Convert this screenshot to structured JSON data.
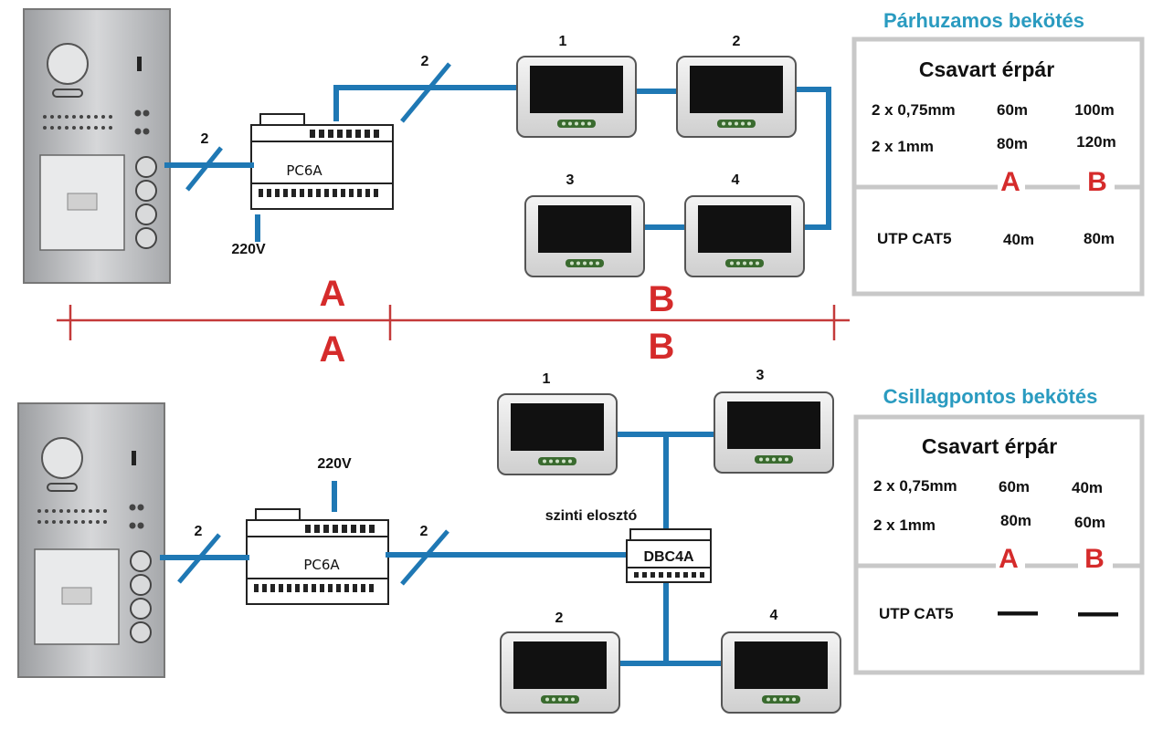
{
  "parallel": {
    "title": "Párhuzamos bekötés",
    "table": {
      "heading": "Csavart érpár",
      "rows": [
        {
          "label": "2 x 0,75mm",
          "a": "60m",
          "b": "100m"
        },
        {
          "label": "2 x 1mm",
          "a": "80m",
          "b": "120m"
        }
      ],
      "col_a": "A",
      "col_b": "B",
      "utp": {
        "label": "UTP CAT5",
        "a": "40m",
        "b": "80m"
      }
    },
    "monitor_numbers": [
      "1",
      "2",
      "3",
      "4"
    ],
    "wire_labels": {
      "panel": "2",
      "trunk": "2"
    },
    "power": "220V",
    "power_supply": "PC6A"
  },
  "ruler": {
    "top_a": "A",
    "top_b": "B",
    "bottom_a": "A",
    "bottom_b": "B"
  },
  "star": {
    "title": "Csillagpontos bekötés",
    "table": {
      "heading": "Csavart érpár",
      "rows": [
        {
          "label": "2 x 0,75mm",
          "a": "60m",
          "b": "40m"
        },
        {
          "label": "2 x 1mm",
          "a": "80m",
          "b": "60m"
        }
      ],
      "col_a": "A",
      "col_b": "B",
      "utp": {
        "label": "UTP CAT5",
        "a": "—",
        "b": "—"
      }
    },
    "monitor_numbers": [
      "1",
      "3",
      "2",
      "4"
    ],
    "wire_labels": {
      "panel": "2",
      "trunk": "2"
    },
    "power": "220V",
    "power_supply": "PC6A",
    "distributor_label": "szinti elosztó",
    "distributor": "DBC4A"
  },
  "icons": {
    "door_panel": "door-station-icon",
    "monitor": "video-monitor-icon",
    "power_supply": "power-supply-icon",
    "distributor": "distributor-icon"
  },
  "colors": {
    "wire": "#1f78b4",
    "title": "#2a9bc0",
    "ab_marks": "#d52b2b",
    "ruler": "#c43a3a"
  }
}
